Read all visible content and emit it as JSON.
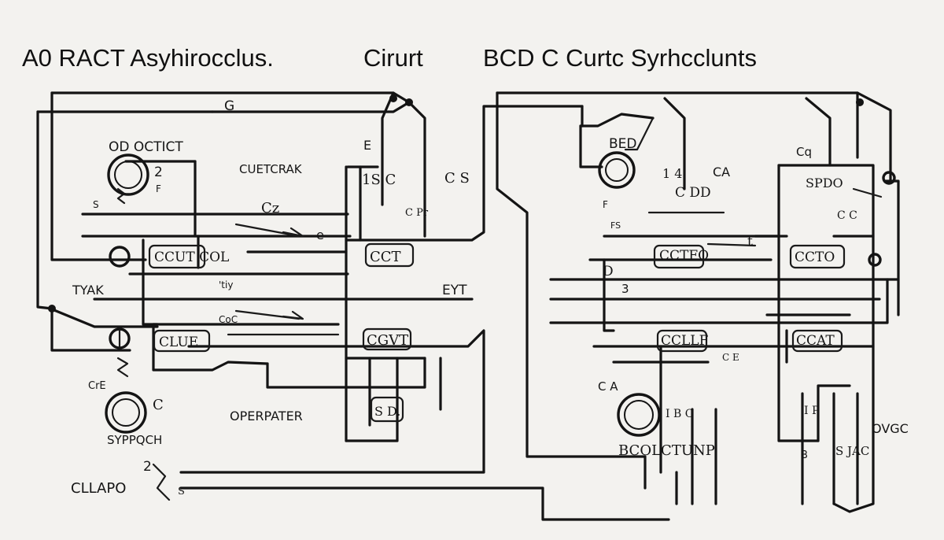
{
  "titles": {
    "left": "A0 RACT Asyhirocclus.",
    "center": "Cirurt",
    "right": "BCD C Curtc Syrhcclunts"
  },
  "labels": {
    "left_top_o": "G",
    "od_octict": "OD OCTICT",
    "l_two": "2",
    "l_f": "F",
    "l_s": "S",
    "cuetcrak": "CUETCRAK",
    "l_cz": "Cz",
    "l_e_small": "e",
    "tyak": "TYAK",
    "l_rty": "'tiy",
    "ccut_left": "CCUT COL",
    "coc_small": "CoC",
    "clue_left": "CLUE",
    "cre": "CrE",
    "l_c2": "C",
    "sypeqh": "SYPPQCH",
    "oper": "OPERPATER",
    "l_two_b": "2",
    "clapo": "CLLAPO",
    "l_s_b": "S",
    "ic_top": "1S C",
    "l_cs": "C S",
    "l_cr": "C Pr",
    "cct_mid": "CCT",
    "eyt": "EYT",
    "cgvt": "CGVT",
    "sd": "S D.",
    "l_e_mid": "E",
    "bed": "BED",
    "il4": "1 4",
    "ca": "CA",
    "cdo": "C DD",
    "l_f_r": "F",
    "fs": "FS",
    "cctfo": "CCTFO",
    "l_t": "t",
    "l_d": "D",
    "l_3": "3",
    "coll_r": "CCLLF",
    "c_e": "C E",
    "ccat": "CCAT",
    "ca_small": "C A",
    "bcol": "BCOLCTUNP",
    "l_ibc": "I B C",
    "cq": "Cq",
    "spdo": "SPDO",
    "coto": "C C",
    "ccto": "CCTO",
    "l_ip": "I P",
    "ovgc": "OVGC",
    "sjac": "S JAC",
    "l_b": "B"
  },
  "icons": {
    "switch": "round-switch-icon",
    "junction": "junction-dot-icon"
  },
  "colors": {
    "ink": "#141414",
    "paper": "#f3f2ef"
  }
}
